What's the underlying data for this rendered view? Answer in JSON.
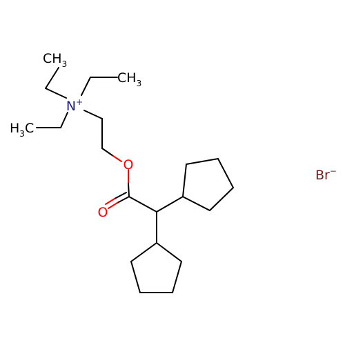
{
  "molecule": {
    "atoms": {
      "n": {
        "symbol": "N",
        "charge": "+"
      },
      "o_ester": {
        "symbol": "O"
      },
      "o_carbonyl": {
        "symbol": "O"
      },
      "ch3_top": {
        "base": "CH",
        "sub": "3"
      },
      "ch3_right": {
        "base": "CH",
        "sub": "3"
      },
      "ch3_left": {
        "base": "H",
        "sub": "3",
        "tail": "C"
      },
      "bromide": {
        "symbol": "Br",
        "charge": "−"
      }
    }
  },
  "colors": {
    "bond": "#000000",
    "nitrogen": "#1f1f7a",
    "oxygen": "#ff0000",
    "bromine": "#6b1f1f"
  }
}
